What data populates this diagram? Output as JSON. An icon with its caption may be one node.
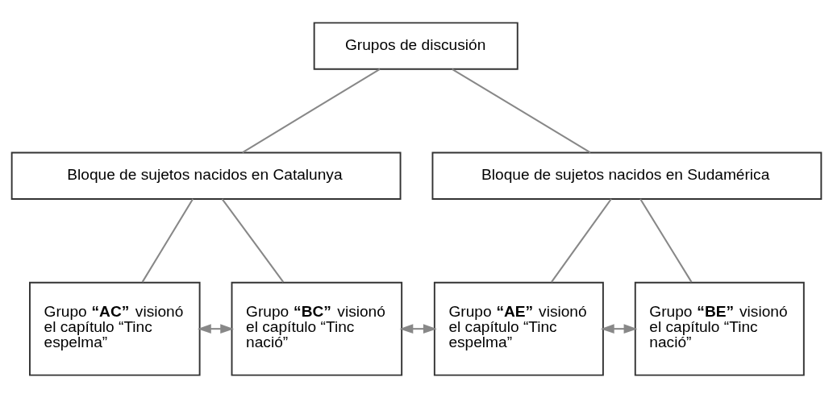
{
  "diagram": {
    "nodes": [
      {
        "text": [
          "Grupos de discusión"
        ]
      },
      {
        "text": [
          "Bloque de sujetos nacidos en Catalunya"
        ]
      },
      {
        "text": [
          "Bloque de sujetos nacidos en Sudamérica"
        ]
      },
      {
        "text": [
          "Grupo **“AC”** visionó el capítulo “Tinc espelma”"
        ]
      },
      {
        "text": [
          "Grupo **“BC”** visionó el capítulo “Tinc nació”"
        ]
      },
      {
        "text": [
          "Grupo **“AE”** visionó el capítulo “Tinc espelma”"
        ]
      },
      {
        "text": [
          "Grupo **“BE”** visionó el capítulo “Tinc nació”"
        ]
      }
    ],
    "edges": [
      {
        "from": 0,
        "to": 1,
        "arrow": "none"
      },
      {
        "from": 0,
        "to": 2,
        "arrow": "none"
      },
      {
        "from": 1,
        "to": 3,
        "arrow": "none"
      },
      {
        "from": 1,
        "to": 4,
        "arrow": "none"
      },
      {
        "from": 2,
        "to": 5,
        "arrow": "none"
      },
      {
        "from": 2,
        "to": 6,
        "arrow": "none"
      },
      {
        "from": 3,
        "to": 4,
        "arrow": "both"
      },
      {
        "from": 4,
        "to": 5,
        "arrow": "both"
      },
      {
        "from": 5,
        "to": 6,
        "arrow": "both"
      }
    ]
  }
}
